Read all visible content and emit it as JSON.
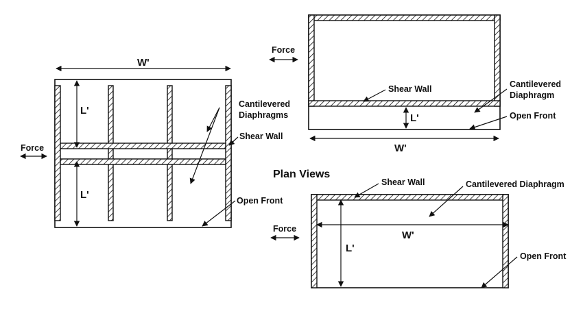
{
  "title": "Plan Views",
  "labels": {
    "w_prime": "W'",
    "l_prime": "L'",
    "force": "Force",
    "shear_wall": "Shear Wall",
    "cantilevered_diaphragms": [
      "Cantilevered",
      "Diaphragms"
    ],
    "cantilevered_diaphragm_stacked": [
      "Cantilevered",
      "Diaphragm"
    ],
    "cantilevered_diaphragm": "Cantilevered Diaphragm",
    "open_front": "Open Front"
  }
}
